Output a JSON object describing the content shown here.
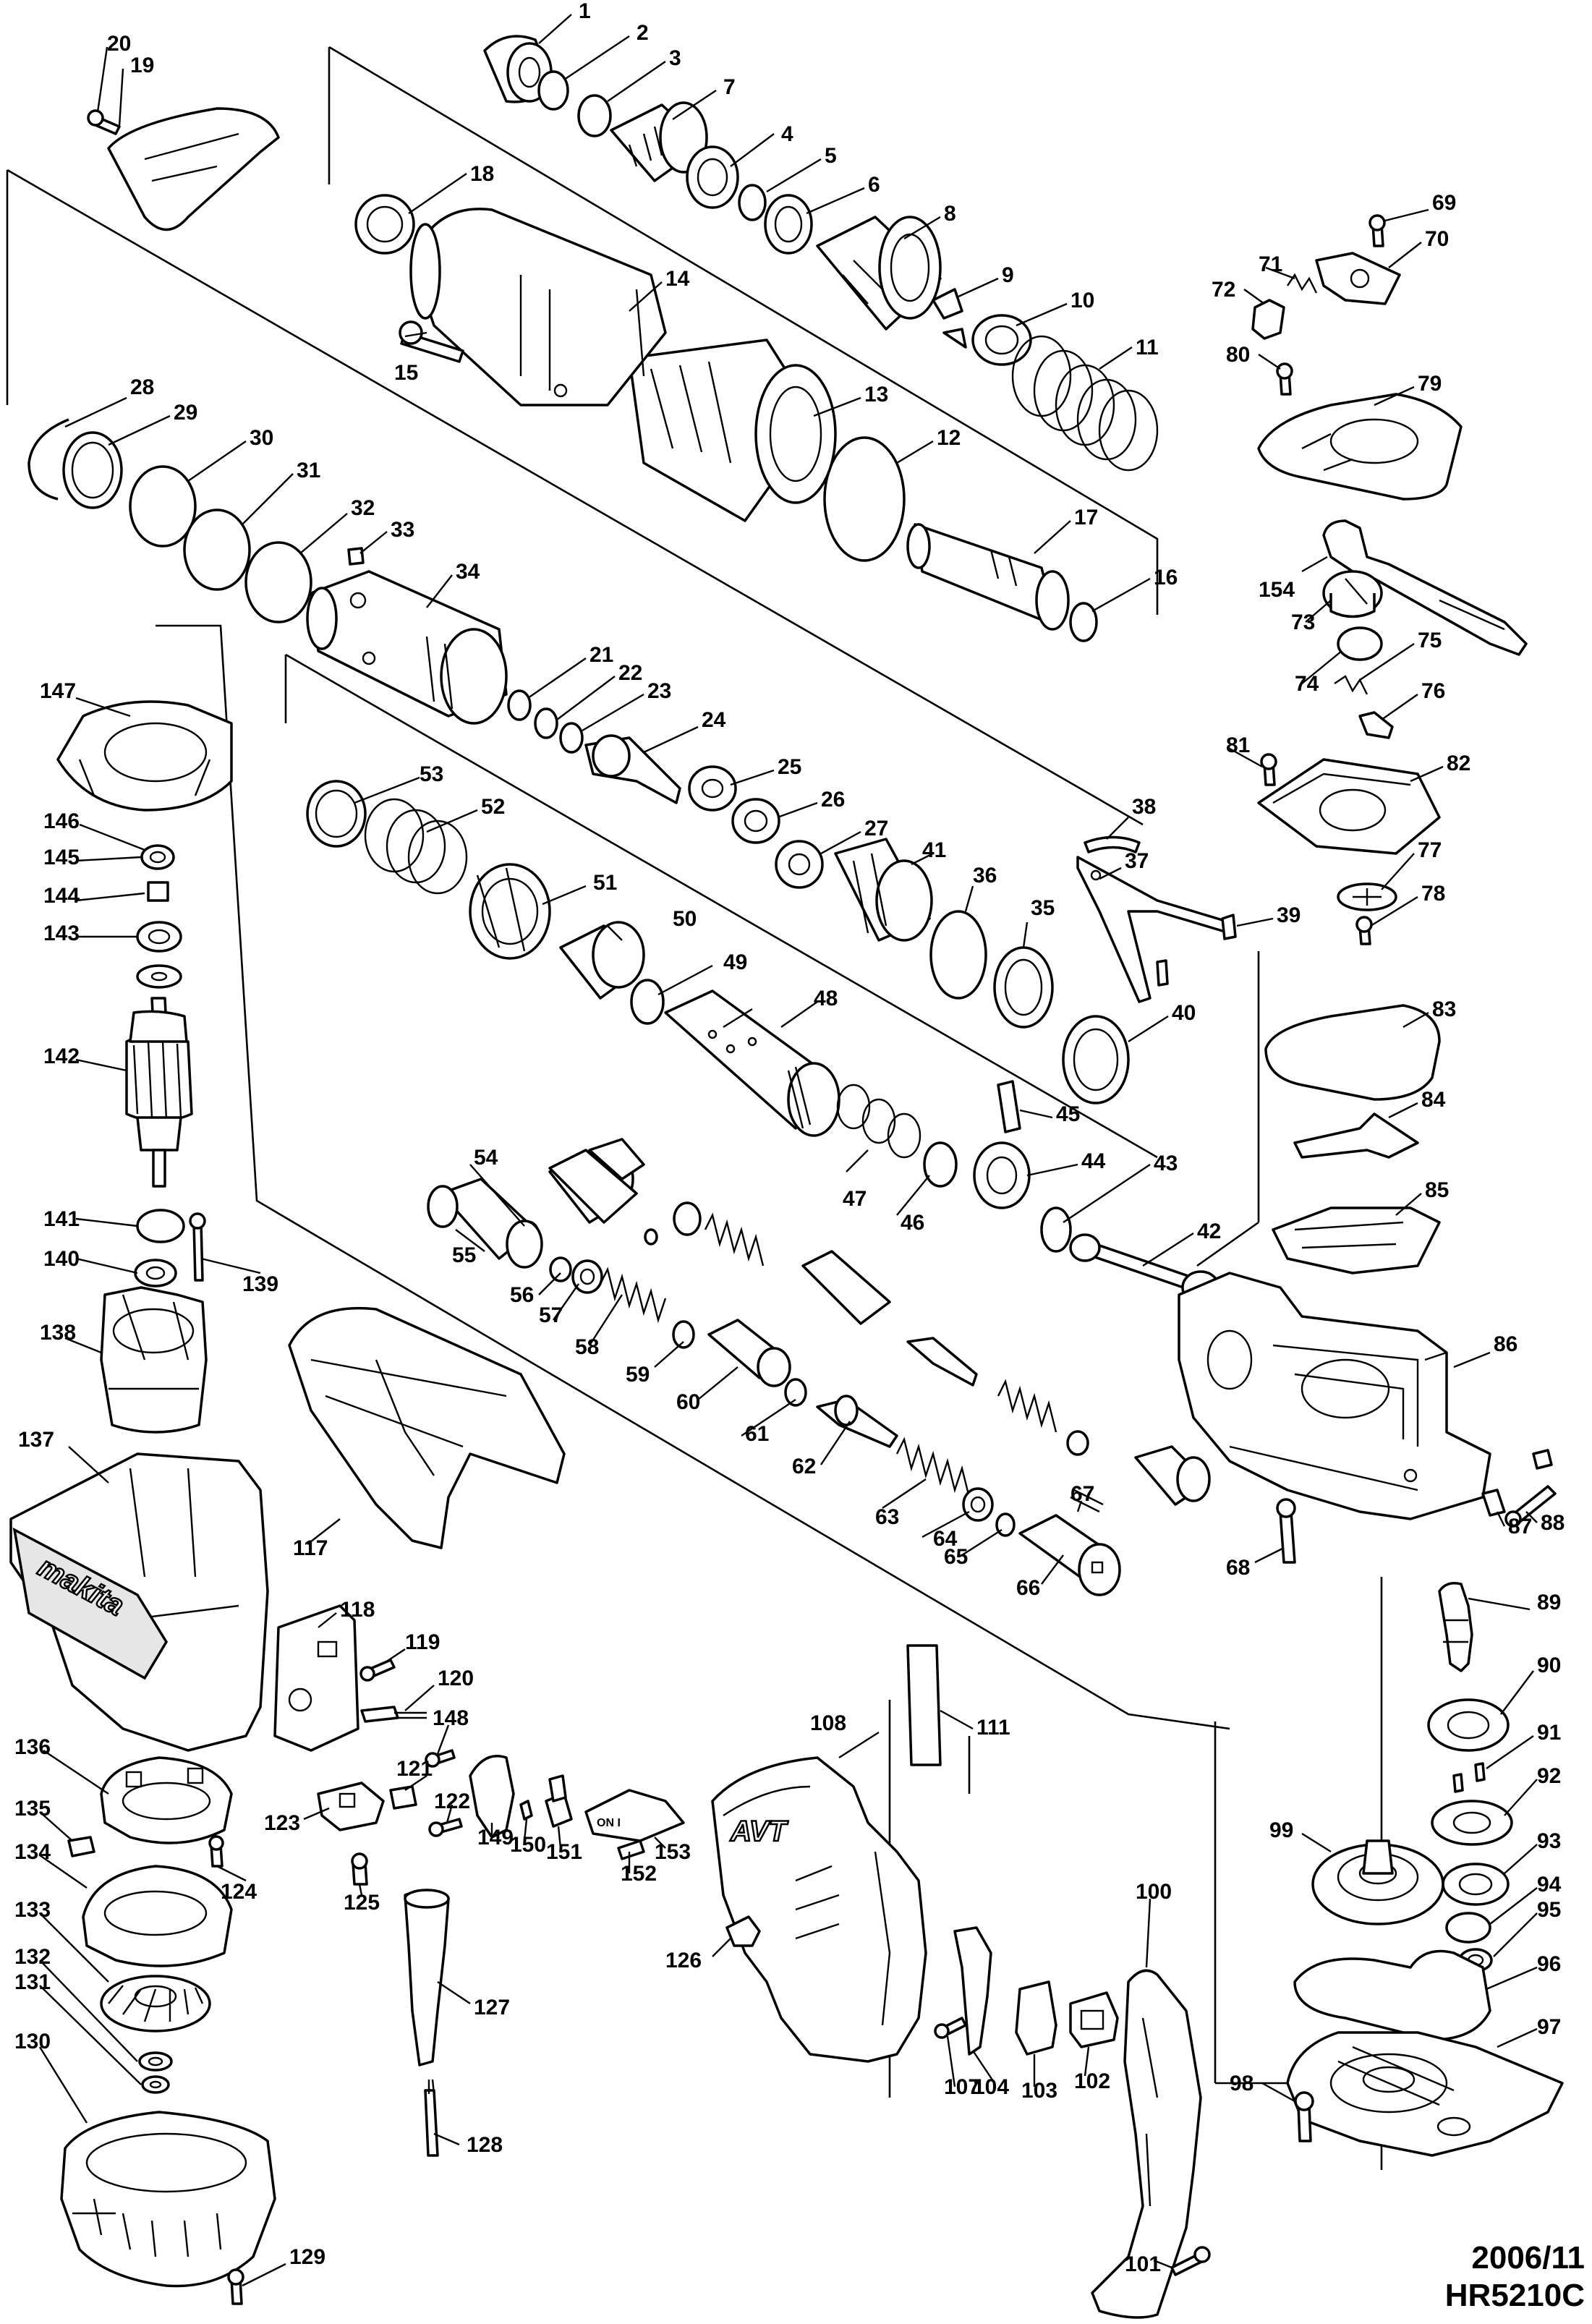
{
  "footer": {
    "date": "2006/11",
    "model": "HR5210C"
  },
  "marks": {
    "brand": "makita",
    "avt": "AVT",
    "switch_text": "ON I"
  },
  "parts": [
    {
      "id": 1,
      "label": "1"
    },
    {
      "id": 2,
      "label": "2"
    },
    {
      "id": 3,
      "label": "3"
    },
    {
      "id": 4,
      "label": "4"
    },
    {
      "id": 5,
      "label": "5"
    },
    {
      "id": 6,
      "label": "6"
    },
    {
      "id": 7,
      "label": "7"
    },
    {
      "id": 8,
      "label": "8"
    },
    {
      "id": 9,
      "label": "9"
    },
    {
      "id": 10,
      "label": "10"
    },
    {
      "id": 11,
      "label": "11"
    },
    {
      "id": 12,
      "label": "12"
    },
    {
      "id": 13,
      "label": "13"
    },
    {
      "id": 14,
      "label": "14"
    },
    {
      "id": 15,
      "label": "15"
    },
    {
      "id": 16,
      "label": "16"
    },
    {
      "id": 17,
      "label": "17"
    },
    {
      "id": 18,
      "label": "18"
    },
    {
      "id": 19,
      "label": "19"
    },
    {
      "id": 20,
      "label": "20"
    },
    {
      "id": 21,
      "label": "21"
    },
    {
      "id": 22,
      "label": "22"
    },
    {
      "id": 23,
      "label": "23"
    },
    {
      "id": 24,
      "label": "24"
    },
    {
      "id": 25,
      "label": "25"
    },
    {
      "id": 26,
      "label": "26"
    },
    {
      "id": 27,
      "label": "27"
    },
    {
      "id": 28,
      "label": "28"
    },
    {
      "id": 29,
      "label": "29"
    },
    {
      "id": 30,
      "label": "30"
    },
    {
      "id": 31,
      "label": "31"
    },
    {
      "id": 32,
      "label": "32"
    },
    {
      "id": 33,
      "label": "33"
    },
    {
      "id": 34,
      "label": "34"
    },
    {
      "id": 35,
      "label": "35"
    },
    {
      "id": 36,
      "label": "36"
    },
    {
      "id": 37,
      "label": "37"
    },
    {
      "id": 38,
      "label": "38"
    },
    {
      "id": 39,
      "label": "39"
    },
    {
      "id": 40,
      "label": "40"
    },
    {
      "id": 41,
      "label": "41"
    },
    {
      "id": 42,
      "label": "42"
    },
    {
      "id": 43,
      "label": "43"
    },
    {
      "id": 44,
      "label": "44"
    },
    {
      "id": 45,
      "label": "45"
    },
    {
      "id": 46,
      "label": "46"
    },
    {
      "id": 47,
      "label": "47"
    },
    {
      "id": 48,
      "label": "48"
    },
    {
      "id": 49,
      "label": "49"
    },
    {
      "id": 50,
      "label": "50"
    },
    {
      "id": 51,
      "label": "51"
    },
    {
      "id": 52,
      "label": "52"
    },
    {
      "id": 53,
      "label": "53"
    },
    {
      "id": 54,
      "label": "54"
    },
    {
      "id": 55,
      "label": "55"
    },
    {
      "id": 56,
      "label": "56"
    },
    {
      "id": 57,
      "label": "57"
    },
    {
      "id": 58,
      "label": "58"
    },
    {
      "id": 59,
      "label": "59"
    },
    {
      "id": 60,
      "label": "60"
    },
    {
      "id": 61,
      "label": "61"
    },
    {
      "id": 62,
      "label": "62"
    },
    {
      "id": 63,
      "label": "63"
    },
    {
      "id": 64,
      "label": "64"
    },
    {
      "id": 65,
      "label": "65"
    },
    {
      "id": 66,
      "label": "66"
    },
    {
      "id": 67,
      "label": "67"
    },
    {
      "id": 68,
      "label": "68"
    },
    {
      "id": 69,
      "label": "69"
    },
    {
      "id": 70,
      "label": "70"
    },
    {
      "id": 71,
      "label": "71"
    },
    {
      "id": 72,
      "label": "72"
    },
    {
      "id": 73,
      "label": "73"
    },
    {
      "id": 74,
      "label": "74"
    },
    {
      "id": 75,
      "label": "75"
    },
    {
      "id": 76,
      "label": "76"
    },
    {
      "id": 77,
      "label": "77"
    },
    {
      "id": 78,
      "label": "78"
    },
    {
      "id": 79,
      "label": "79"
    },
    {
      "id": 80,
      "label": "80"
    },
    {
      "id": 81,
      "label": "81"
    },
    {
      "id": 82,
      "label": "82"
    },
    {
      "id": 83,
      "label": "83"
    },
    {
      "id": 84,
      "label": "84"
    },
    {
      "id": 85,
      "label": "85"
    },
    {
      "id": 86,
      "label": "86"
    },
    {
      "id": 87,
      "label": "87"
    },
    {
      "id": 88,
      "label": "88"
    },
    {
      "id": 89,
      "label": "89"
    },
    {
      "id": 90,
      "label": "90"
    },
    {
      "id": 91,
      "label": "91"
    },
    {
      "id": 92,
      "label": "92"
    },
    {
      "id": 93,
      "label": "93"
    },
    {
      "id": 94,
      "label": "94"
    },
    {
      "id": 95,
      "label": "95"
    },
    {
      "id": 96,
      "label": "96"
    },
    {
      "id": 97,
      "label": "97"
    },
    {
      "id": 98,
      "label": "98"
    },
    {
      "id": 99,
      "label": "99"
    },
    {
      "id": 100,
      "label": "100"
    },
    {
      "id": 101,
      "label": "101"
    },
    {
      "id": 102,
      "label": "102"
    },
    {
      "id": 103,
      "label": "103"
    },
    {
      "id": 104,
      "label": "104"
    },
    {
      "id": 107,
      "label": "107"
    },
    {
      "id": 108,
      "label": "108"
    },
    {
      "id": 111,
      "label": "111"
    },
    {
      "id": 117,
      "label": "117"
    },
    {
      "id": 118,
      "label": "118"
    },
    {
      "id": 119,
      "label": "119"
    },
    {
      "id": 120,
      "label": "120"
    },
    {
      "id": 121,
      "label": "121"
    },
    {
      "id": 122,
      "label": "122"
    },
    {
      "id": 123,
      "label": "123"
    },
    {
      "id": 124,
      "label": "124"
    },
    {
      "id": 125,
      "label": "125"
    },
    {
      "id": 126,
      "label": "126"
    },
    {
      "id": 127,
      "label": "127"
    },
    {
      "id": 128,
      "label": "128"
    },
    {
      "id": 129,
      "label": "129"
    },
    {
      "id": 130,
      "label": "130"
    },
    {
      "id": 131,
      "label": "131"
    },
    {
      "id": 132,
      "label": "132"
    },
    {
      "id": 133,
      "label": "133"
    },
    {
      "id": 134,
      "label": "134"
    },
    {
      "id": 135,
      "label": "135"
    },
    {
      "id": 136,
      "label": "136"
    },
    {
      "id": 137,
      "label": "137"
    },
    {
      "id": 138,
      "label": "138"
    },
    {
      "id": 139,
      "label": "139"
    },
    {
      "id": 140,
      "label": "140"
    },
    {
      "id": 141,
      "label": "141"
    },
    {
      "id": 142,
      "label": "142"
    },
    {
      "id": 143,
      "label": "143"
    },
    {
      "id": 144,
      "label": "144"
    },
    {
      "id": 145,
      "label": "145"
    },
    {
      "id": 146,
      "label": "146"
    },
    {
      "id": 147,
      "label": "147"
    },
    {
      "id": 148,
      "label": "148"
    },
    {
      "id": 149,
      "label": "149"
    },
    {
      "id": 150,
      "label": "150"
    },
    {
      "id": 151,
      "label": "151"
    },
    {
      "id": 152,
      "label": "152"
    },
    {
      "id": 153,
      "label": "153"
    },
    {
      "id": 154,
      "label": "154"
    }
  ]
}
